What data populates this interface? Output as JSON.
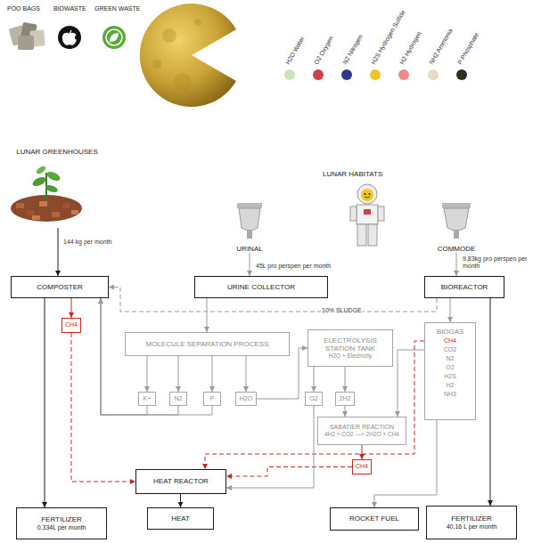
{
  "diagram": {
    "nodes": [
      {
        "text": [
          "LUNAR GREENHOUSES"
        ]
      },
      {
        "text": [
          "URINAL"
        ]
      },
      {
        "text": [
          "COMMODE"
        ]
      },
      {
        "text": [
          "COMPOSTER"
        ]
      },
      {
        "text": [
          "URINE COLLECTOR"
        ]
      },
      {
        "text": [
          "BIOREACTOR"
        ]
      },
      {
        "text": [
          "CH4"
        ]
      },
      {
        "text": [
          "MOLECULE SEPARATION PROCESS"
        ]
      },
      {
        "text": [
          "ELECTROLYSIS STATION TANK",
          "H2O + Electricity"
        ]
      },
      {
        "text": [
          "BIOGAS",
          "CH4",
          "CO2",
          "N2",
          "O2",
          "H2S",
          "H2",
          "NH3"
        ]
      },
      {
        "text": [
          "K+"
        ]
      },
      {
        "text": [
          "N2"
        ]
      },
      {
        "text": [
          "P"
        ]
      },
      {
        "text": [
          "H2O"
        ]
      },
      {
        "text": [
          "O2"
        ]
      },
      {
        "text": [
          "2H2"
        ]
      },
      {
        "text": [
          "SABATIER REACTION",
          "4H2 + CO2 ---> 2H2O + CH4"
        ]
      },
      {
        "text": [
          "CH4"
        ]
      },
      {
        "text": [
          "HEAT REACTOR"
        ]
      },
      {
        "text": [
          "HEAT"
        ]
      },
      {
        "text": [
          "FERTILIZER",
          "0,334L per month"
        ]
      },
      {
        "text": [
          "ROCKET FUEL"
        ]
      },
      {
        "text": [
          "FERTILIZER",
          "40,16 L per month"
        ]
      }
    ],
    "edges": [
      {
        "from": 0,
        "to": 3,
        "arrow": "to",
        "label": "144 kg per month"
      },
      {
        "from": 1,
        "to": 4,
        "arrow": "to",
        "label": "45L pro perspen per month"
      },
      {
        "from": 2,
        "to": 5,
        "arrow": "to",
        "label": "9,83kg pro perspen per month"
      },
      {
        "from": 5,
        "to": 3,
        "arrow": "to",
        "label": "10% SLUDGE"
      },
      {
        "from": 3,
        "to": 6,
        "arrow": "to"
      },
      {
        "from": 3,
        "to": 20,
        "arrow": "to"
      },
      {
        "from": 6,
        "to": 18,
        "arrow": "to"
      },
      {
        "from": 4,
        "to": 7,
        "arrow": "to"
      },
      {
        "from": 7,
        "to": 10,
        "arrow": "to"
      },
      {
        "from": 7,
        "to": 11,
        "arrow": "to"
      },
      {
        "from": 7,
        "to": 12,
        "arrow": "to"
      },
      {
        "from": 7,
        "to": 13,
        "arrow": "to"
      },
      {
        "from": 10,
        "to": 3,
        "arrow": "to"
      },
      {
        "from": 11,
        "to": 3,
        "arrow": "to"
      },
      {
        "from": 12,
        "to": 3,
        "arrow": "to"
      },
      {
        "from": 13,
        "to": 8,
        "arrow": "to"
      },
      {
        "from": 8,
        "to": 14,
        "arrow": "to"
      },
      {
        "from": 8,
        "to": 15,
        "arrow": "to"
      },
      {
        "from": 5,
        "to": 9,
        "arrow": "to"
      },
      {
        "from": 5,
        "to": 22,
        "arrow": "to"
      },
      {
        "from": 9,
        "to": 16,
        "arrow": "to"
      },
      {
        "from": 15,
        "to": 16,
        "arrow": "to"
      },
      {
        "from": 9,
        "to": 18,
        "arrow": "to"
      },
      {
        "from": 9,
        "to": 21,
        "arrow": "to"
      },
      {
        "from": 16,
        "to": 17,
        "arrow": "to"
      },
      {
        "from": 17,
        "to": 18,
        "arrow": "to"
      },
      {
        "from": 14,
        "to": 18,
        "arrow": "to"
      },
      {
        "from": 18,
        "to": 19,
        "arrow": "to"
      }
    ],
    "labels": [
      "POO BAGS",
      "BIOWASTE",
      "GREEN WASTE",
      "LUNAR HABITATS"
    ],
    "legend": [
      {
        "text": "H2O Water",
        "color": "#cfe3b8"
      },
      {
        "text": "O2 Oxygen",
        "color": "#d0404a"
      },
      {
        "text": "N2 Nitrogen",
        "color": "#2d3a8c"
      },
      {
        "text": "H2S Hydrogen Sulfide",
        "color": "#f2c42b"
      },
      {
        "text": "H2 Hydrogen",
        "color": "#f08a8a"
      },
      {
        "text": "NH2 Ammonia",
        "color": "#e6dcc4"
      },
      {
        "text": "P Phosphate",
        "color": "#283020"
      }
    ]
  }
}
